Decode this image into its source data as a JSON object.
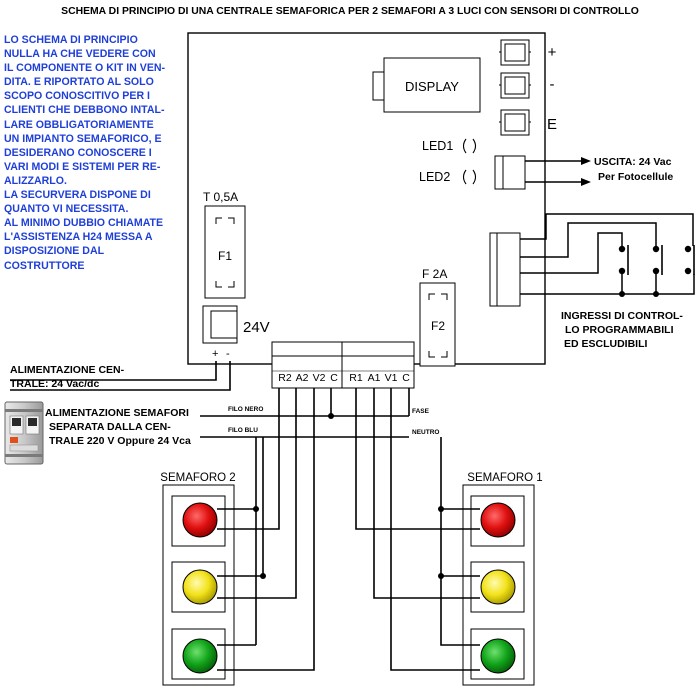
{
  "title": "SCHEMA DI PRINCIPIO DI UNA CENTRALE SEMAFORICA PER 2 SEMAFORI A 3 LUCI CON SENSORI DI CONTROLLO",
  "note_lines": [
    "LO SCHEMA DI PRINCIPIO",
    "NULLA HA CHE VEDERE CON",
    "IL COMPONENTE O KIT IN VEN-",
    "DITA. E RIPORTATO AL SOLO",
    "SCOPO CONOSCITIVO PER I",
    "CLIENTI CHE DEBBONO INTAL-",
    "LARE OBBLIGATORIAMENTE",
    "UN IMPIANTO SEMAFORICO, E",
    "DESIDERANO CONOSCERE I",
    "VARI MODI E SISTEMI PER RE-",
    "ALIZZARLO.",
    "LA SECURVERA DISPONE DI",
    "QUANTO VI NECESSITA.",
    "AL MINIMO DUBBIO CHIAMATE",
    "L'ASSISTENZA H24 MESSA A",
    "DISPOSIZIONE DAL",
    "COSTRUTTORE"
  ],
  "display_label": "DISPLAY",
  "buttons": {
    "plus": "+",
    "minus": "-",
    "enter": "E"
  },
  "leds": {
    "led1": "LED1",
    "led2": "LED2"
  },
  "output": {
    "line1": "USCITA: 24 Vac",
    "line2": "Per Fotocellule"
  },
  "fuse1": {
    "rating": "T 0,5A",
    "name": "F1"
  },
  "fuse2": {
    "rating": "F 2A",
    "name": "F2"
  },
  "power": {
    "voltage": "24V",
    "plus": "+",
    "minus": "-"
  },
  "inputs": {
    "line1": "INGRESSI DI CONTROL-",
    "line2": "LO PROGRAMMABILI",
    "line3": "ED ESCLUDIBILI"
  },
  "terminals_left": [
    "R2",
    "A2",
    "V2",
    "C"
  ],
  "terminals_right": [
    "R1",
    "A1",
    "V1",
    "C"
  ],
  "supply": {
    "line1": "ALIMENTAZIONE CEN-",
    "line2": "TRALE: 24 Vac/dc"
  },
  "lamp_supply": {
    "line1": "ALIMENTAZIONE SEMAFORI",
    "line2": "SEPARATA DALLA CEN-",
    "line3": "TRALE 220 V Oppure 24 Vca"
  },
  "wires": {
    "filo_nero": "FILO NERO",
    "filo_blu": "FILO BLU",
    "fase": "FASE",
    "neutro": "NEUTRO"
  },
  "semaforo2": "SEMAFORO 2",
  "semaforo1": "SEMAFORO 1",
  "colors": {
    "note_text": "#1f3fd8",
    "red_light": "#e01010",
    "yellow_light": "#f2e21a",
    "green_light": "#12a51a",
    "line": "#000000"
  }
}
